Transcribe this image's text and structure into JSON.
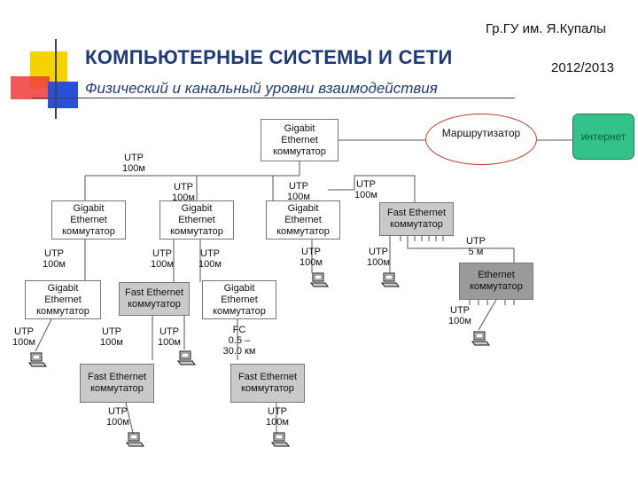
{
  "header": {
    "org": "Гр.ГУ им. Я.Купалы",
    "year": "2012/2013",
    "title": "КОМПЬЮТЕРНЫЕ СИСТЕМЫ  И СЕТИ",
    "subtitle": "Физический и канальный уровни взаимодействия"
  },
  "nodes": {
    "router": "Маршрутизатор",
    "internet": "интернет",
    "core_switch": "Gigabit\nEthernet\nкоммутатор",
    "sw_l1": "Gigabit\nEthernet\nкоммутатор",
    "sw_l2": "Gigabit\nEthernet\nкоммутатор",
    "sw_l3": "Gigabit\nEthernet\nкоммутатор",
    "fe_top_right": "Fast Ethernet\nкоммутатор",
    "eth_right": "Ethernet\nкоммутатор",
    "sw_r1": "Gigabit\nEthernet\nкоммутатор",
    "fe_mid": "Fast Ethernet\nкоммутатор",
    "sw_r3": "Gigabit\nEthernet\nкоммутатор",
    "fe_bottom_left": "Fast Ethernet\nкоммутатор",
    "fe_bottom_right": "Fast Ethernet\nкоммутатор"
  },
  "links": {
    "l_core_left": "UTP\n100м",
    "l_core_mid": "UTP\n100м",
    "l_core_c": "UTP\n100м",
    "l_core_fe": "UTP\n100м",
    "l_l1_down": "UTP\n100м",
    "l_l2_a": "UTP\n100м",
    "l_l2_b": "UTP\n100м",
    "l_l3_pc": "UTP\n100м",
    "l_fe_pc": "UTP\n100м",
    "l_fe_eth": "UTP\n5 м",
    "l_eth_pc": "UTP\n100м",
    "l_r1_pc": "UTP\n100м",
    "l_fe_mid_down": "UTP\n100м",
    "l_fe_mid_pc": "UTP\n100м",
    "l_fc": "FC\n0.5 –\n30.0 км",
    "l_bl": "UTP\n100м",
    "l_br": "UTP\n100м"
  },
  "colors": {
    "title": "#1f3a78",
    "deco_yellow": "#f5d300",
    "deco_red": "#ee2a2a",
    "deco_blue": "#2a4fd8",
    "internet": "#33c28a",
    "router_border": "#c0392b"
  }
}
